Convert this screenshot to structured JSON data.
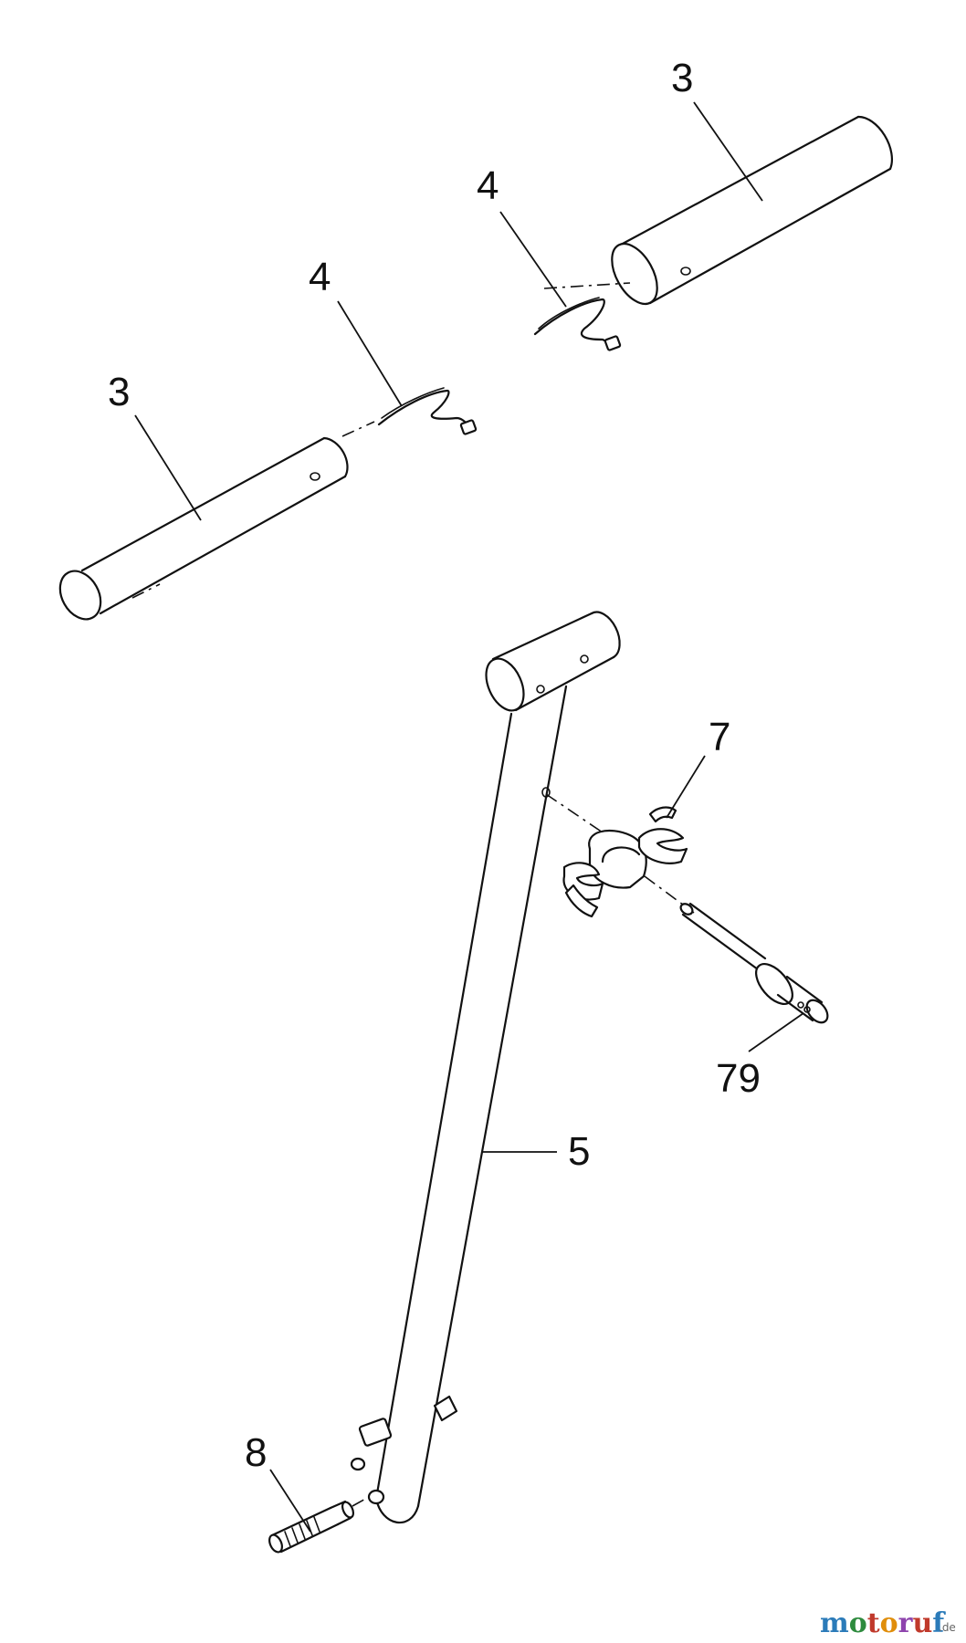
{
  "callouts": {
    "tube_upper_right": "3",
    "tube_lower_left": "3",
    "wire_upper": "4",
    "wire_lower": "4",
    "clip": "7",
    "handle_pipe": "5",
    "bolt": "79",
    "stud": "8"
  },
  "watermark": {
    "text_part1": "moto",
    "text_part2": "ruf",
    "suffix": ".de",
    "colors": {
      "m": "#2b7bb9",
      "o": "#2e8b3e",
      "t": "#c0392b",
      "o2": "#e08e0b",
      "r": "#8e44ad",
      "u": "#c0392b",
      "f": "#2b7bb9"
    }
  }
}
